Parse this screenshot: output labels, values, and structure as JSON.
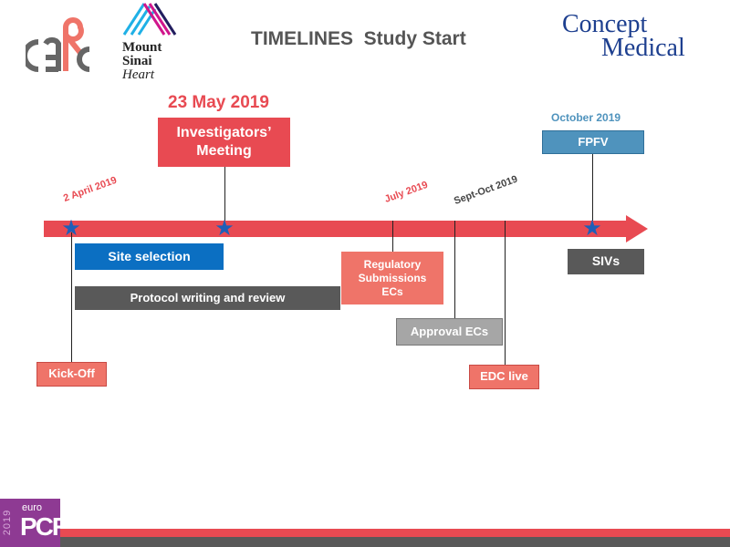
{
  "header": {
    "title": "TIMELINES  Study Start",
    "logo_cerc": "cerc",
    "logo_mount_sinai": [
      "Mount",
      "Sinai",
      "Heart"
    ],
    "logo_concept_medical": [
      "Concept",
      "Medical"
    ]
  },
  "timeline": {
    "investigators_date": "23 May 2019",
    "investigators_meeting": "Investigators’ Meeting",
    "april_label": "2 April 2019",
    "july_label": "July 2019",
    "septoct_label": "Sept-Oct 2019",
    "october_label": "October 2019",
    "fpfv": "FPFV",
    "site_selection": "Site selection",
    "protocol": "Protocol writing and review",
    "regulatory": "Regulatory Submissions ECs",
    "approval": "Approval ECs",
    "edc": "EDC live",
    "kickoff": "Kick-Off",
    "sivs": "SIVs"
  },
  "footer": {
    "logo_year": "2019",
    "logo_euro": "euro",
    "logo_pcr": "PCR"
  },
  "colors": {
    "red": "#e84a52",
    "salmon": "#ef7469",
    "blue": "#0b6fc2",
    "steel": "#4f93bd",
    "dark": "#595959",
    "gray": "#a6a6a6"
  }
}
